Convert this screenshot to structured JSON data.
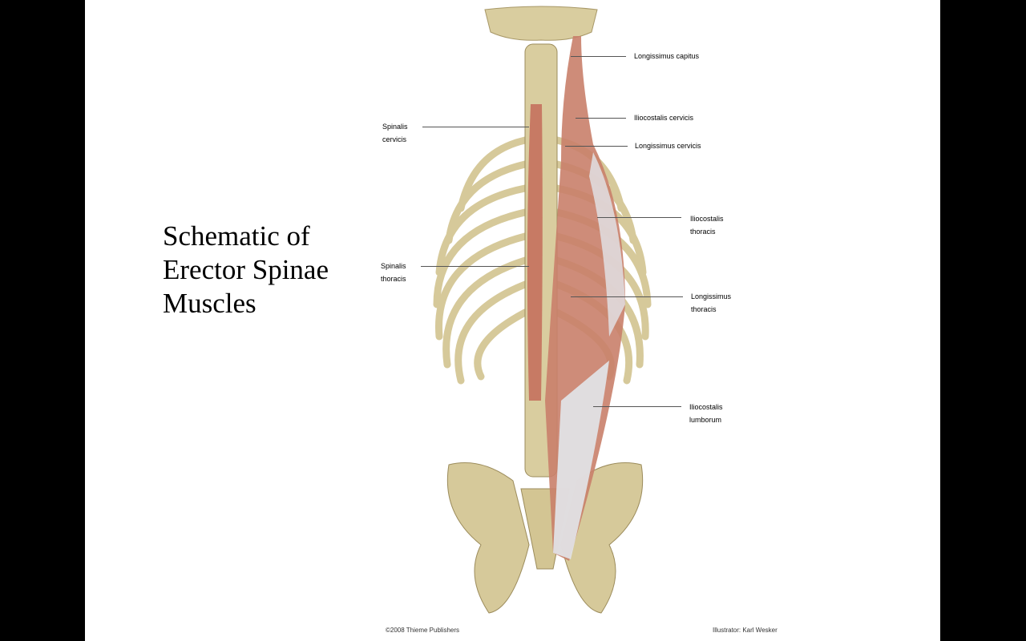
{
  "slide": {
    "title_lines": [
      "Schematic of",
      "Erector Spinae",
      "Muscles"
    ],
    "labels": {
      "longissimus_capitus": "Longissimus capitus",
      "iliocostalis_cervicis": "Iliocostalis cervicis",
      "longissimus_cervicis": "Longissimus cervicis",
      "iliocostalis_thoracis": [
        "Iliocostalis",
        "thoracis"
      ],
      "longissimus_thoracis": [
        "Longissimus",
        "thoracis"
      ],
      "iliocostalis_lumborum": [
        "Iliocostalis",
        "lumborum"
      ],
      "spinalis_cervicis": [
        "Spinalis",
        "cervicis"
      ],
      "spinalis_thoracis": [
        "Spinalis",
        "thoracis"
      ]
    },
    "copyright": "©2008 Thieme Publishers",
    "illustrator": "Illustrator: Karl Wesker"
  },
  "colors": {
    "bone": "#d8cca0",
    "muscle": "#c9806a",
    "tendon": "#dfe3ea"
  }
}
